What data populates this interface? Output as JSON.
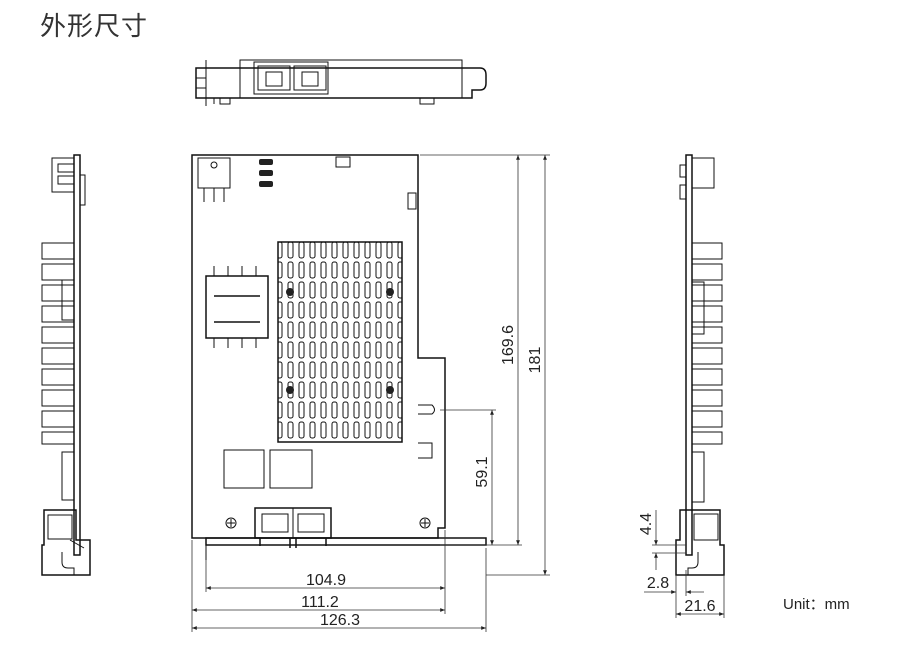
{
  "title": "外形尺寸",
  "unit": "Unit：mm",
  "dimensions": {
    "width_104_9": "104.9",
    "width_111_2": "111.2",
    "width_126_3": "126.3",
    "height_169_6": "169.6",
    "height_181": "181",
    "height_59_1": "59.1",
    "side_4_4": "4.4",
    "side_2_8": "2.8",
    "side_21_6": "21.6"
  }
}
